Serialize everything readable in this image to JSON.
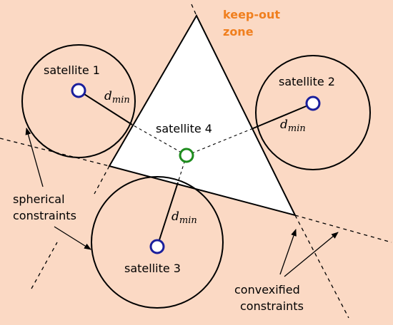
{
  "colors": {
    "zone_fill": "#fbd9c4",
    "keepout_text": "#f07f1e",
    "satellite_blue": "#1a1f9c",
    "satellite_green": "#1e8c1e",
    "stroke": "#000000",
    "triangle_fill": "#ffffff"
  },
  "labels": {
    "keepout_line1": "keep-out",
    "keepout_line2": "zone",
    "satellite1": "satellite 1",
    "satellite2": "satellite 2",
    "satellite3": "satellite 3",
    "satellite4": "satellite 4",
    "dmin_base": "d",
    "dmin_sub": "min",
    "spherical_line1": "spherical",
    "spherical_line2": "constraints",
    "convexified_line1": "convexified",
    "convexified_line2": "constraints"
  }
}
